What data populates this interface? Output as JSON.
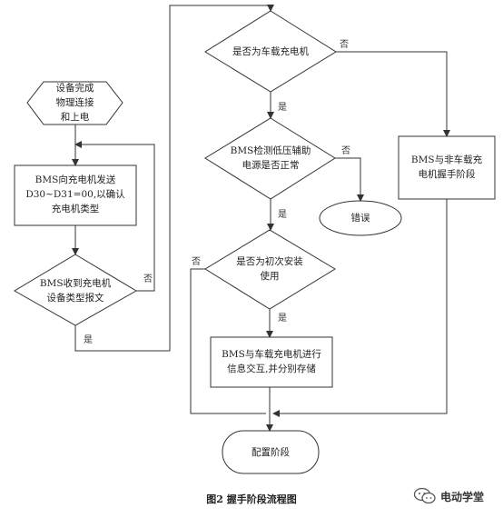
{
  "nodes": {
    "start": [
      "设备完成",
      "物理连接",
      "和上电"
    ],
    "send": [
      "BMS向充电机发送",
      "D30~D31=00,以确认",
      "充电机类型"
    ],
    "recv": [
      "BMS收到充电机",
      "设备类型报文"
    ],
    "onboard": [
      "是否为车载充电机"
    ],
    "lowvolt": [
      "BMS检测低压辅助",
      "电源是否正常"
    ],
    "error": [
      "错误"
    ],
    "nononboard": [
      "BMS与非车载充",
      "电机握手阶段"
    ],
    "first": [
      "是否为初次安装",
      "使用"
    ],
    "exchange": [
      "BMS与车载充电机进行",
      "信息交互,并分别存储"
    ],
    "config": [
      "配置阶段"
    ]
  },
  "edges": {
    "yes": "是",
    "no": "否"
  },
  "caption": "图2  握手阶段流程图",
  "watermark": {
    "text": "电动学堂",
    "icon": "wechat-icon"
  },
  "colors": {
    "stroke": "#333333",
    "text": "#222222",
    "background": "#ffffff"
  }
}
